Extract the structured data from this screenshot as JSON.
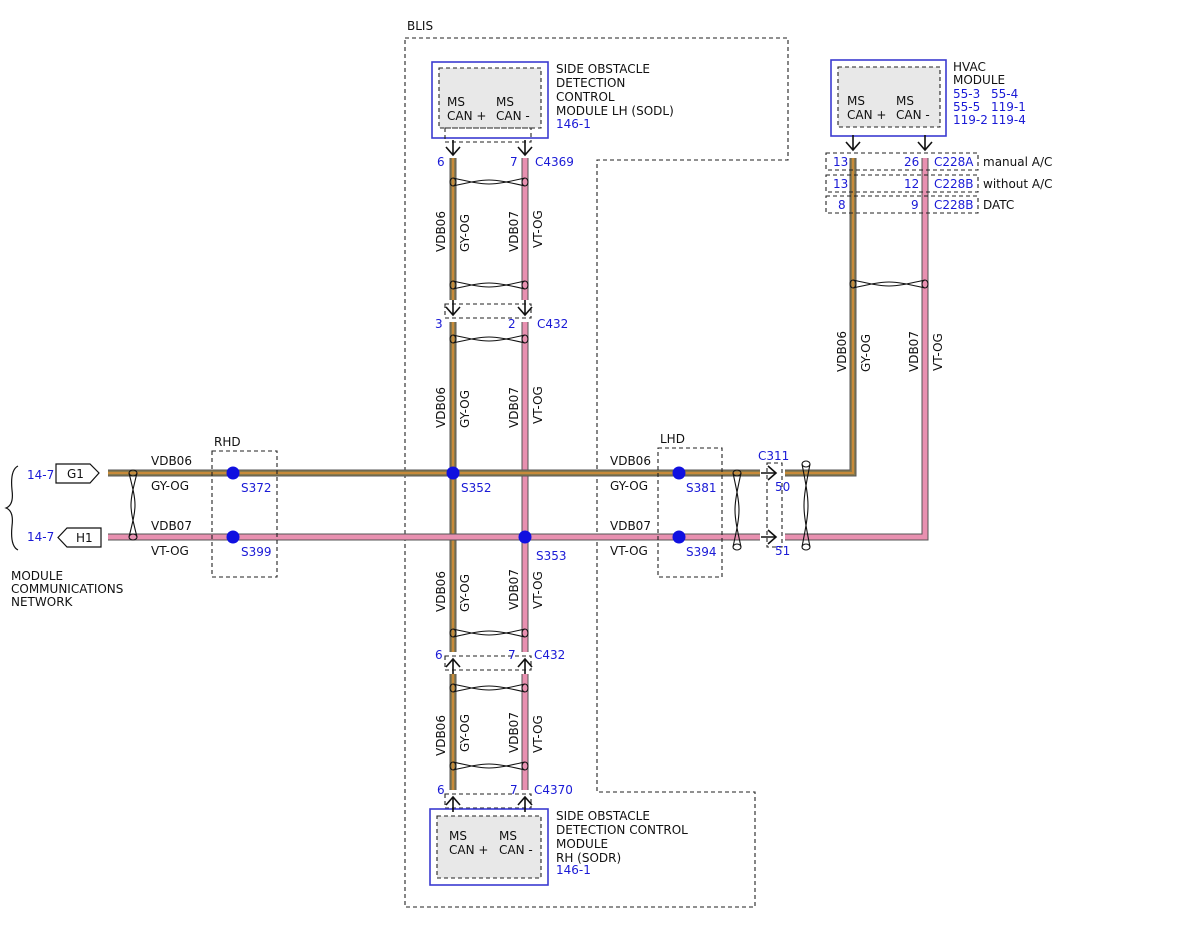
{
  "colors": {
    "wire_gy_og": "#8a7a4a",
    "wire_gy_og_core": "#c88a3a",
    "wire_vt_og": "#e890b0",
    "wire_outline": "#555555",
    "blue_text": "#1a1ad6",
    "splice_dot": "#1010e0",
    "module_border": "#3b3bd0"
  },
  "blis": {
    "label": "BLIS"
  },
  "sodl": {
    "title_lines": [
      "SIDE OBSTACLE",
      "DETECTION",
      "CONTROL",
      "MODULE LH (SODL)"
    ],
    "ref": "146-1",
    "pin_a": {
      "line1": "MS",
      "line2": "CAN +"
    },
    "pin_b": {
      "line1": "MS",
      "line2": "CAN -"
    },
    "pin_a_num": "6",
    "pin_b_num": "7",
    "connector": "C4369"
  },
  "sodr": {
    "title_lines": [
      "SIDE OBSTACLE",
      "DETECTION CONTROL",
      "MODULE",
      "RH (SODR)"
    ],
    "ref": "146-1",
    "pin_a": {
      "line1": "MS",
      "line2": "CAN +"
    },
    "pin_b": {
      "line1": "MS",
      "line2": "CAN -"
    },
    "pin_a_num": "6",
    "pin_b_num": "7",
    "connector": "C4370"
  },
  "hvac": {
    "title_lines": [
      "HVAC",
      "MODULE"
    ],
    "refs": [
      [
        "55-3",
        "55-4"
      ],
      [
        "55-5",
        "119-1"
      ],
      [
        "119-2",
        "119-4"
      ]
    ],
    "pin_a": {
      "line1": "MS",
      "line2": "CAN +"
    },
    "pin_b": {
      "line1": "MS",
      "line2": "CAN -"
    },
    "connectors": [
      {
        "pin_a": "13",
        "pin_b": "26",
        "connector": "C228A",
        "variant": "manual A/C"
      },
      {
        "pin_a": "13",
        "pin_b": "12",
        "connector": "C228B",
        "variant": "without A/C"
      },
      {
        "pin_a": "8",
        "pin_b": "9",
        "connector": "C228B",
        "variant": "DATC"
      }
    ]
  },
  "inline_c432_upper": {
    "pin_a": "3",
    "pin_b": "2",
    "connector": "C432"
  },
  "inline_c432_lower": {
    "pin_a": "6",
    "pin_b": "7",
    "connector": "C432"
  },
  "wires": {
    "can_plus": {
      "circuit": "VDB06",
      "color": "GY-OG"
    },
    "can_minus": {
      "circuit": "VDB07",
      "color": "VT-OG"
    }
  },
  "network": {
    "title_lines": [
      "MODULE",
      "COMMUNICATIONS",
      "NETWORK"
    ],
    "g1": {
      "ref": "14-7",
      "label": "G1"
    },
    "h1": {
      "ref": "14-7",
      "label": "H1"
    }
  },
  "rhd": {
    "label": "RHD",
    "splice_plus": "S372",
    "splice_minus": "S399"
  },
  "lhd": {
    "label": "LHD",
    "splice_plus": "S381",
    "splice_minus": "S394"
  },
  "splices_center": {
    "plus": "S352",
    "minus": "S353"
  },
  "c311": {
    "connector": "C311",
    "pin_plus": "50",
    "pin_minus": "51"
  }
}
